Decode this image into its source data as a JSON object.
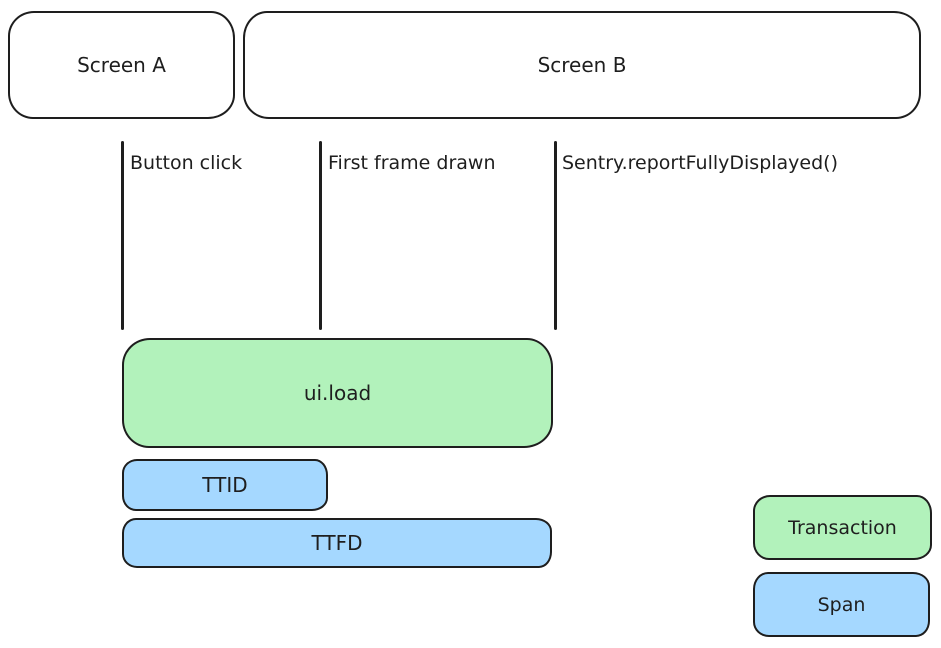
{
  "diagram": {
    "title_hint": "Screen load timing diagram (Sentry mobile: ui.load transaction with TTID/TTFD spans)",
    "screens": [
      {
        "label": "Screen A"
      },
      {
        "label": "Screen B"
      }
    ],
    "markers": [
      {
        "label": "Button click"
      },
      {
        "label": "First frame drawn"
      },
      {
        "label": "Sentry.reportFullyDisplayed()"
      }
    ],
    "bars": [
      {
        "label": "ui.load",
        "type": "transaction"
      },
      {
        "label": "TTID",
        "type": "span"
      },
      {
        "label": "TTFD",
        "type": "span"
      }
    ],
    "legend": [
      {
        "label": "Transaction",
        "type": "transaction"
      },
      {
        "label": "Span",
        "type": "span"
      }
    ],
    "colors": {
      "transaction": "#b2f2bb",
      "span": "#a5d8ff",
      "stroke": "#1e1e1e",
      "background": "#ffffff"
    }
  }
}
